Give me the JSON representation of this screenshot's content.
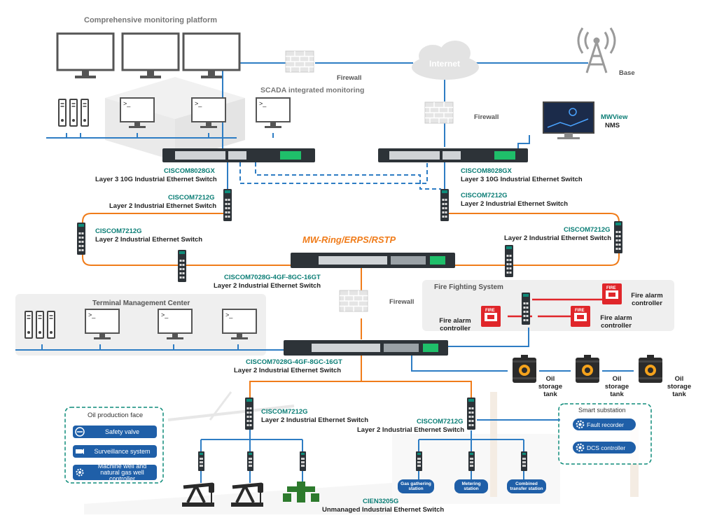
{
  "titles": {
    "monitoring_platform": "Comprehensive monitoring platform",
    "scada": "SCADA integrated monitoring",
    "internet": "Internet",
    "base": "Base",
    "firewall_left": "Firewall",
    "firewall_right": "Firewall",
    "firewall_center": "Firewall",
    "nms_line1": "MWView",
    "nms_line2": "NMS",
    "ring": "MW-Ring/ERPS/RSTP"
  },
  "switches": {
    "core_left": {
      "model": "CISCOM8028GX",
      "desc": "Layer 3 10G Industrial Ethernet Switch"
    },
    "core_right": {
      "model": "CISCOM8028GX",
      "desc": "Layer 3 10G Industrial Ethernet Switch"
    },
    "dist_left": {
      "model": "CISCOM7212G",
      "desc": "Layer 2 Industrial Ethernet Switch"
    },
    "dist_right": {
      "model": "CISCOM7212G",
      "desc": "Layer 2 Industrial Ethernet Switch"
    },
    "ring_left": {
      "model": "CISCOM7212G",
      "desc": "Layer 2 Industrial Ethernet Switch"
    },
    "ring_right": {
      "model": "CISCOM7212G",
      "desc": "Layer 2 Industrial Ethernet Switch"
    },
    "ring_center": {
      "model": "CISCOM7028G-4GF-8GC-16GT",
      "desc": "Layer 2 Industrial Ethernet Switch"
    },
    "lower_center": {
      "model": "CISCOM7028G-4GF-8GC-16GT",
      "desc": "Layer 2 Industrial Ethernet Switch"
    },
    "field_left": {
      "model": "CISCOM7212G",
      "desc": "Layer 2 Industrial Ethernet Switch"
    },
    "field_right": {
      "model": "CISCOM7212G",
      "desc": "Layer 2 Industrial Ethernet Switch"
    },
    "unmanaged": {
      "model": "CIEN3205G",
      "desc": "Unmanaged Industrial Ethernet Switch"
    }
  },
  "fire": {
    "title": "Fire Fighting System",
    "alarm_label": "FIRE",
    "alarm_tr": "Fire alarm controller",
    "alarm_left": "Fire alarm controller",
    "alarm_mid": "Fire alarm controller"
  },
  "terminal_center": "Terminal Management Center",
  "tanks": [
    "Oil storage tank",
    "Oil storage tank",
    "Oil storage tank"
  ],
  "oil_production": {
    "title": "Oil production face",
    "items": [
      "Safety valve",
      "Surveillance system",
      "Machine well and natural gas well controller"
    ]
  },
  "substation": {
    "title": "Smart substation",
    "items": [
      "Fault recorder",
      "DCS controller"
    ]
  },
  "stations": [
    "Gas gathering station",
    "Metering station",
    "Combined transfer station"
  ],
  "terminal_prompt": ">_",
  "colors": {
    "ethernet": "#2e7dc4",
    "ring": "#f07c1a",
    "fire_link": "#e0262a",
    "teal_label": "#0a7d75",
    "pill": "#1f5fa8"
  }
}
